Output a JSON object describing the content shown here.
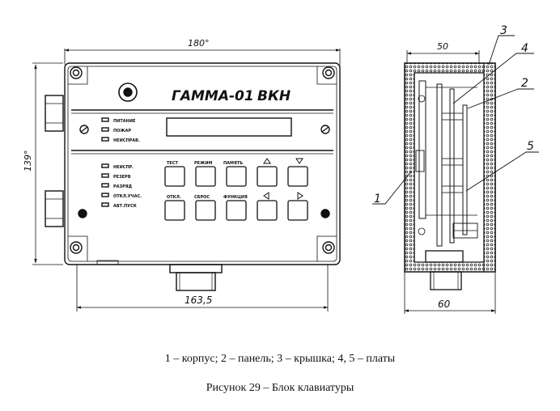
{
  "front_view": {
    "dim_width_top": "180°",
    "dim_width_bottom": "163,5",
    "dim_height": "139°",
    "title_model": "ГАММА-01",
    "title_suffix": "ВКН",
    "top_indicators": [
      "ПИТАНИЕ",
      "ПОЖАР",
      "НЕИСПРАВ."
    ],
    "left_indicators": [
      "НЕИСПР.",
      "РЕЗЕРВ",
      "РАЗРЯД",
      "ОТКЛ.УЧАС.",
      "АВТ.ПУСК"
    ],
    "key_labels_row1": [
      "ТЕСТ",
      "РЕЖИМ",
      "ПАМЯТЬ"
    ],
    "key_labels_row2": [
      "ОТКЛ.",
      "СБРОС",
      "ФУНКЦИЯ"
    ]
  },
  "side_view": {
    "dim_top": "50",
    "dim_bottom": "60",
    "callouts": [
      "3",
      "4",
      "2",
      "5",
      "1"
    ]
  },
  "legend": "1 – корпус; 2 – панель; 3 – крышка; 4, 5 – платы",
  "figure_caption": "Рисунок 29 – Блок клавиатуры"
}
